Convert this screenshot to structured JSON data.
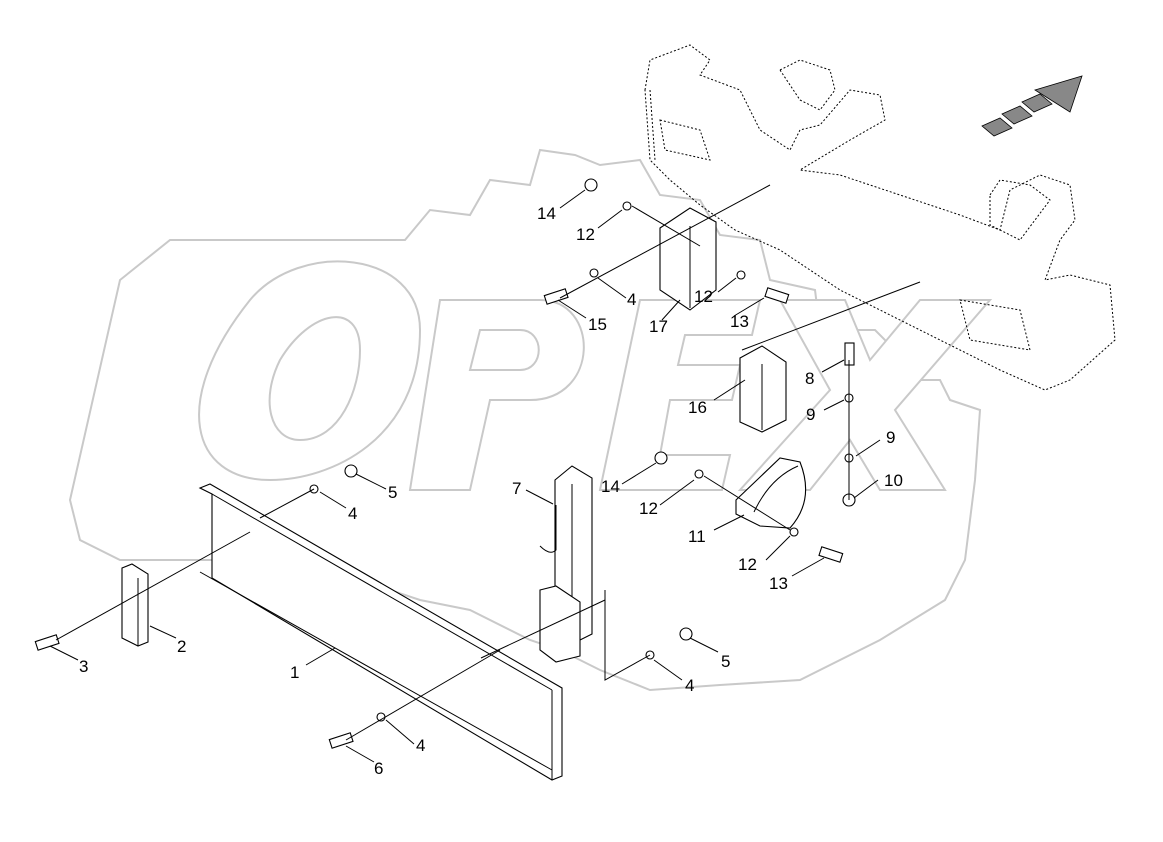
{
  "watermark": {
    "text": "OPEX"
  },
  "callouts": [
    {
      "label": "1"
    },
    {
      "label": "2"
    },
    {
      "label": "3"
    },
    {
      "label": "4"
    },
    {
      "label": "4"
    },
    {
      "label": "4"
    },
    {
      "label": "4"
    },
    {
      "label": "5"
    },
    {
      "label": "5"
    },
    {
      "label": "6"
    },
    {
      "label": "7"
    },
    {
      "label": "8"
    },
    {
      "label": "9"
    },
    {
      "label": "9"
    },
    {
      "label": "10"
    },
    {
      "label": "11"
    },
    {
      "label": "12"
    },
    {
      "label": "12"
    },
    {
      "label": "12"
    },
    {
      "label": "12"
    },
    {
      "label": "13"
    },
    {
      "label": "13"
    },
    {
      "label": "14"
    },
    {
      "label": "14"
    },
    {
      "label": "15"
    },
    {
      "label": "16"
    },
    {
      "label": "17"
    }
  ],
  "direction_arrow": {
    "icon": "direction-arrow-icon",
    "color": "#000000"
  }
}
